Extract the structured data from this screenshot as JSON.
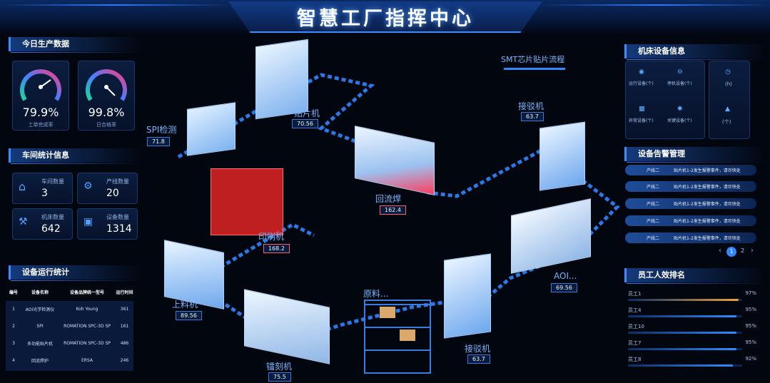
{
  "header": {
    "title": "智慧工厂指挥中心"
  },
  "production": {
    "title": "今日生产数据",
    "gauges": [
      {
        "value": "79.9%",
        "label": "工单完成率",
        "level": 0.799
      },
      {
        "value": "99.8%",
        "label": "日合格率",
        "level": 0.998
      }
    ]
  },
  "workshop": {
    "title": "车间统计信息",
    "stats": [
      {
        "label": "车间数量",
        "value": "3",
        "icon": "house-icon"
      },
      {
        "label": "产线数量",
        "value": "20",
        "icon": "production-line-icon"
      },
      {
        "label": "机床数量",
        "value": "642",
        "icon": "machine-icon"
      },
      {
        "label": "设备数量",
        "value": "1314",
        "icon": "device-icon"
      }
    ]
  },
  "operation": {
    "title": "设备运行统计",
    "columns": [
      "编号",
      "设备名称",
      "设备品牌统一型号",
      "运行时间"
    ],
    "rows": [
      [
        "1",
        "AOI光学检测仪",
        "Koh Young",
        "361"
      ],
      [
        "2",
        "SPI",
        "ROMATION SPC-3D SP",
        "161"
      ],
      [
        "3",
        "多功能贴片机",
        "ROMATION SPC-3D SP",
        "486"
      ],
      [
        "4",
        "回流焊炉",
        "ERSA",
        "246"
      ]
    ]
  },
  "flow": {
    "title": "SMT芯片贴片流程",
    "stations": [
      {
        "key": "spi",
        "label": "SPI检测",
        "value": "71.8"
      },
      {
        "key": "mounter",
        "label": "贴片机",
        "value": "70.56"
      },
      {
        "key": "reflow",
        "label": "回流焊",
        "value": "162.4"
      },
      {
        "key": "receiver-top",
        "label": "接驳机",
        "value": "63.7"
      },
      {
        "key": "printer",
        "label": "印刷机",
        "value": "168.2"
      },
      {
        "key": "loader",
        "label": "上料机",
        "value": "89.56"
      },
      {
        "key": "aoi",
        "label": "AOI...",
        "value": "69.56"
      },
      {
        "key": "material",
        "label": "原料..."
      },
      {
        "key": "engraver",
        "label": "镭刻机",
        "value": "75.5"
      },
      {
        "key": "receiver-bottom",
        "label": "接驳机",
        "value": "63.7"
      }
    ]
  },
  "machine_info": {
    "title": "机床设备信息",
    "left_items": [
      {
        "label": "运行设备(个)",
        "icon": "running-icon"
      },
      {
        "label": "停机设备(个)",
        "icon": "stopped-icon"
      },
      {
        "label": "异常设备(个)",
        "icon": "abnormal-icon"
      },
      {
        "label": "关键设备(个)",
        "icon": "key-device-icon"
      }
    ],
    "right_items": [
      {
        "label": "(h)",
        "icon": "clock-icon"
      },
      {
        "label": "(个)",
        "icon": "warning-icon"
      }
    ]
  },
  "alarms": {
    "title": "设备告警管理",
    "items": [
      {
        "line": "产线二",
        "text": "贴片机1-2发生报警事件，请尽快处"
      },
      {
        "line": "产线二",
        "text": "贴片机1-2发生报警事件，请尽快处"
      },
      {
        "line": "产线二",
        "text": "贴片机1-2发生报警事件，请尽快处"
      },
      {
        "line": "产线二",
        "text": "贴片机1-2发生报警事件，请尽快处"
      },
      {
        "line": "产线二",
        "text": "贴片机1-2发生报警事件，请尽快处"
      }
    ],
    "pages": [
      "1",
      "2"
    ],
    "prev": "‹",
    "next": "›"
  },
  "ranking": {
    "title": "员工人效排名",
    "items": [
      {
        "name": "员工1",
        "pct": "97%",
        "value": 0.97,
        "color": "#e9a23b"
      },
      {
        "name": "员工4",
        "pct": "95%",
        "value": 0.95,
        "color": "#2f8cff"
      },
      {
        "name": "员工10",
        "pct": "95%",
        "value": 0.95,
        "color": "#2f8cff"
      },
      {
        "name": "员工7",
        "pct": "95%",
        "value": 0.95,
        "color": "#2f8cff"
      },
      {
        "name": "员工8",
        "pct": "92%",
        "value": 0.92,
        "color": "#2f8cff"
      }
    ]
  }
}
